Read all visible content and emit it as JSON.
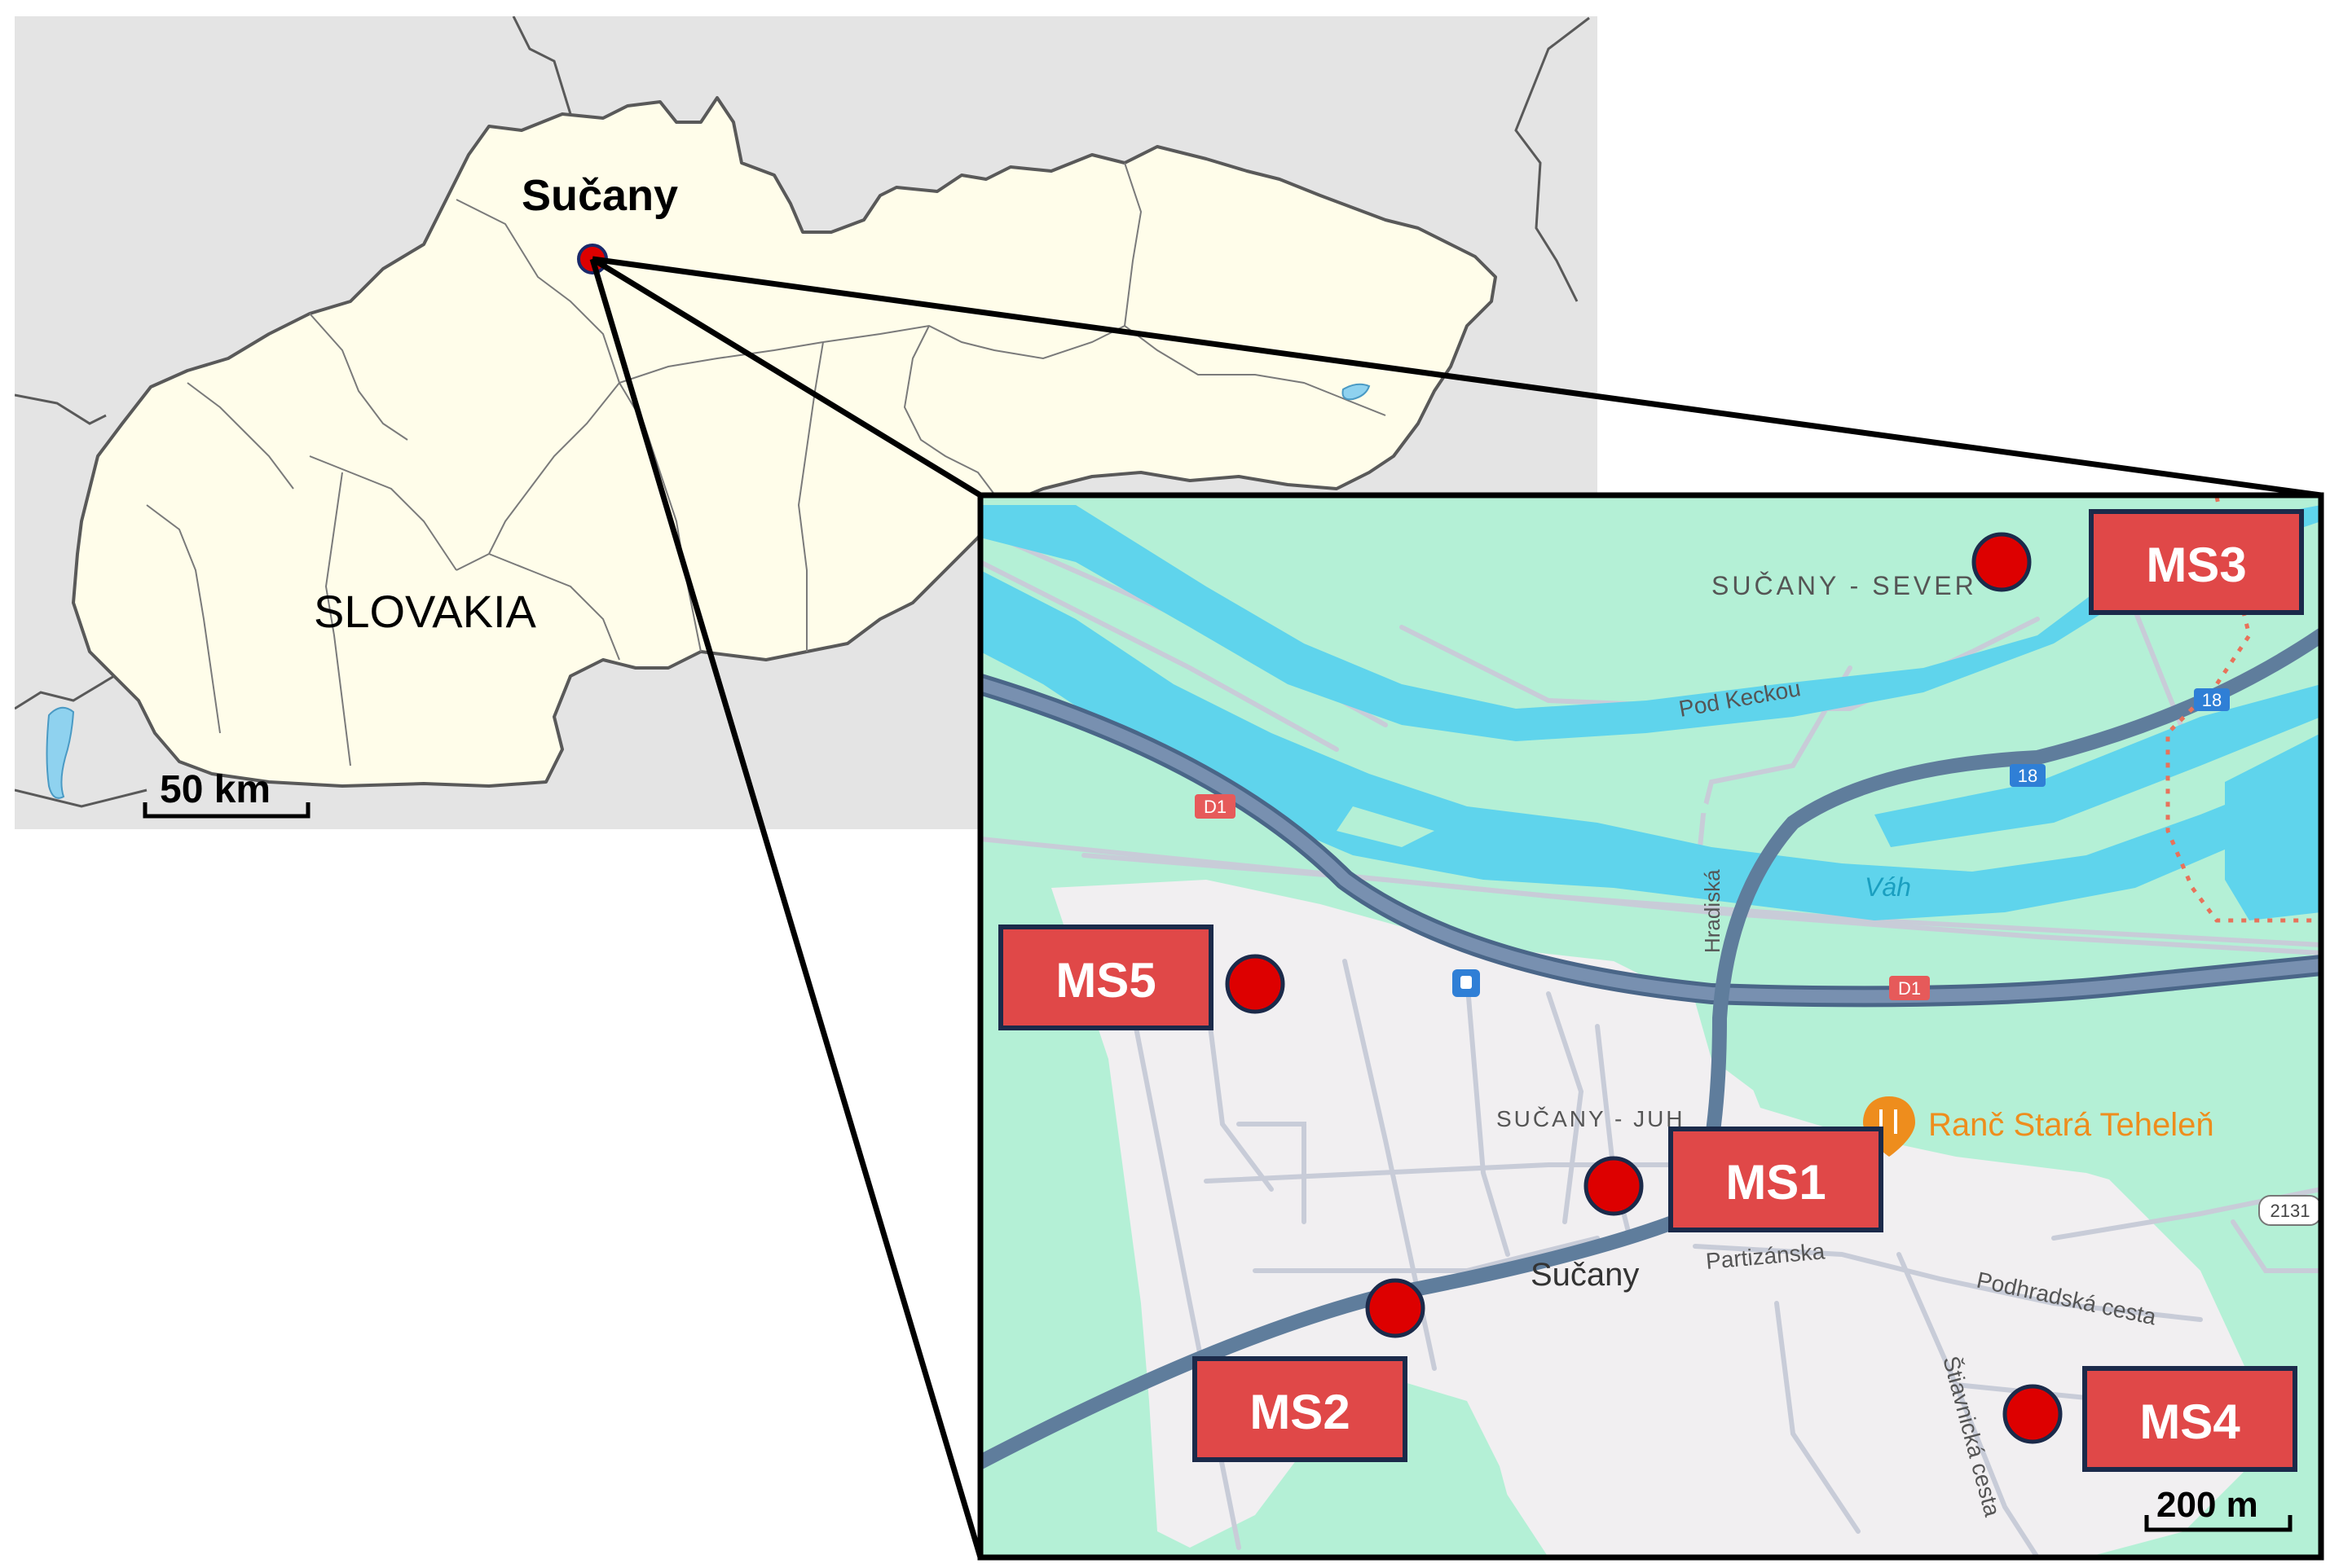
{
  "overview": {
    "town_label": "Sučany",
    "country_label": "SLOVAKIA",
    "scale_label": "50 km"
  },
  "inset": {
    "scale_label": "200 m",
    "place_labels": {
      "sever": "SUČANY - SEVER",
      "juh": "SUČANY - JUH",
      "town": "Sučany",
      "river": "Váh"
    },
    "street_labels": {
      "pod_keckou": "Pod Keckou",
      "hradiska": "Hradiská",
      "partizanska": "Partizánska",
      "podhradska": "Podhradská cesta",
      "stiavnicka": "Štiavnická cesta"
    },
    "road_shields": {
      "d1_a": "D1",
      "d1_b": "D1",
      "r18_a": "18",
      "r18_b": "18",
      "r2131": "2131"
    },
    "poi": "Ranč Stará Teheleň",
    "stations": [
      {
        "id": "MS1",
        "label": "MS1"
      },
      {
        "id": "MS2",
        "label": "MS2"
      },
      {
        "id": "MS3",
        "label": "MS3"
      },
      {
        "id": "MS4",
        "label": "MS4"
      },
      {
        "id": "MS5",
        "label": "MS5"
      }
    ]
  },
  "colors": {
    "land": "#fffdea",
    "neighbor": "#e4e4e4",
    "border": "#595959",
    "map_green": "#b4f0d6",
    "river": "#5fd4ec",
    "motorway": "#667fa0",
    "urban": "#f1eff1",
    "marker": "#dd0000",
    "label_box": "#e04848",
    "label_border": "#1b2a4a",
    "poi": "#ee8d1d",
    "d1_shield": "#e65a5a",
    "route_shield": "#2f7fd6"
  }
}
